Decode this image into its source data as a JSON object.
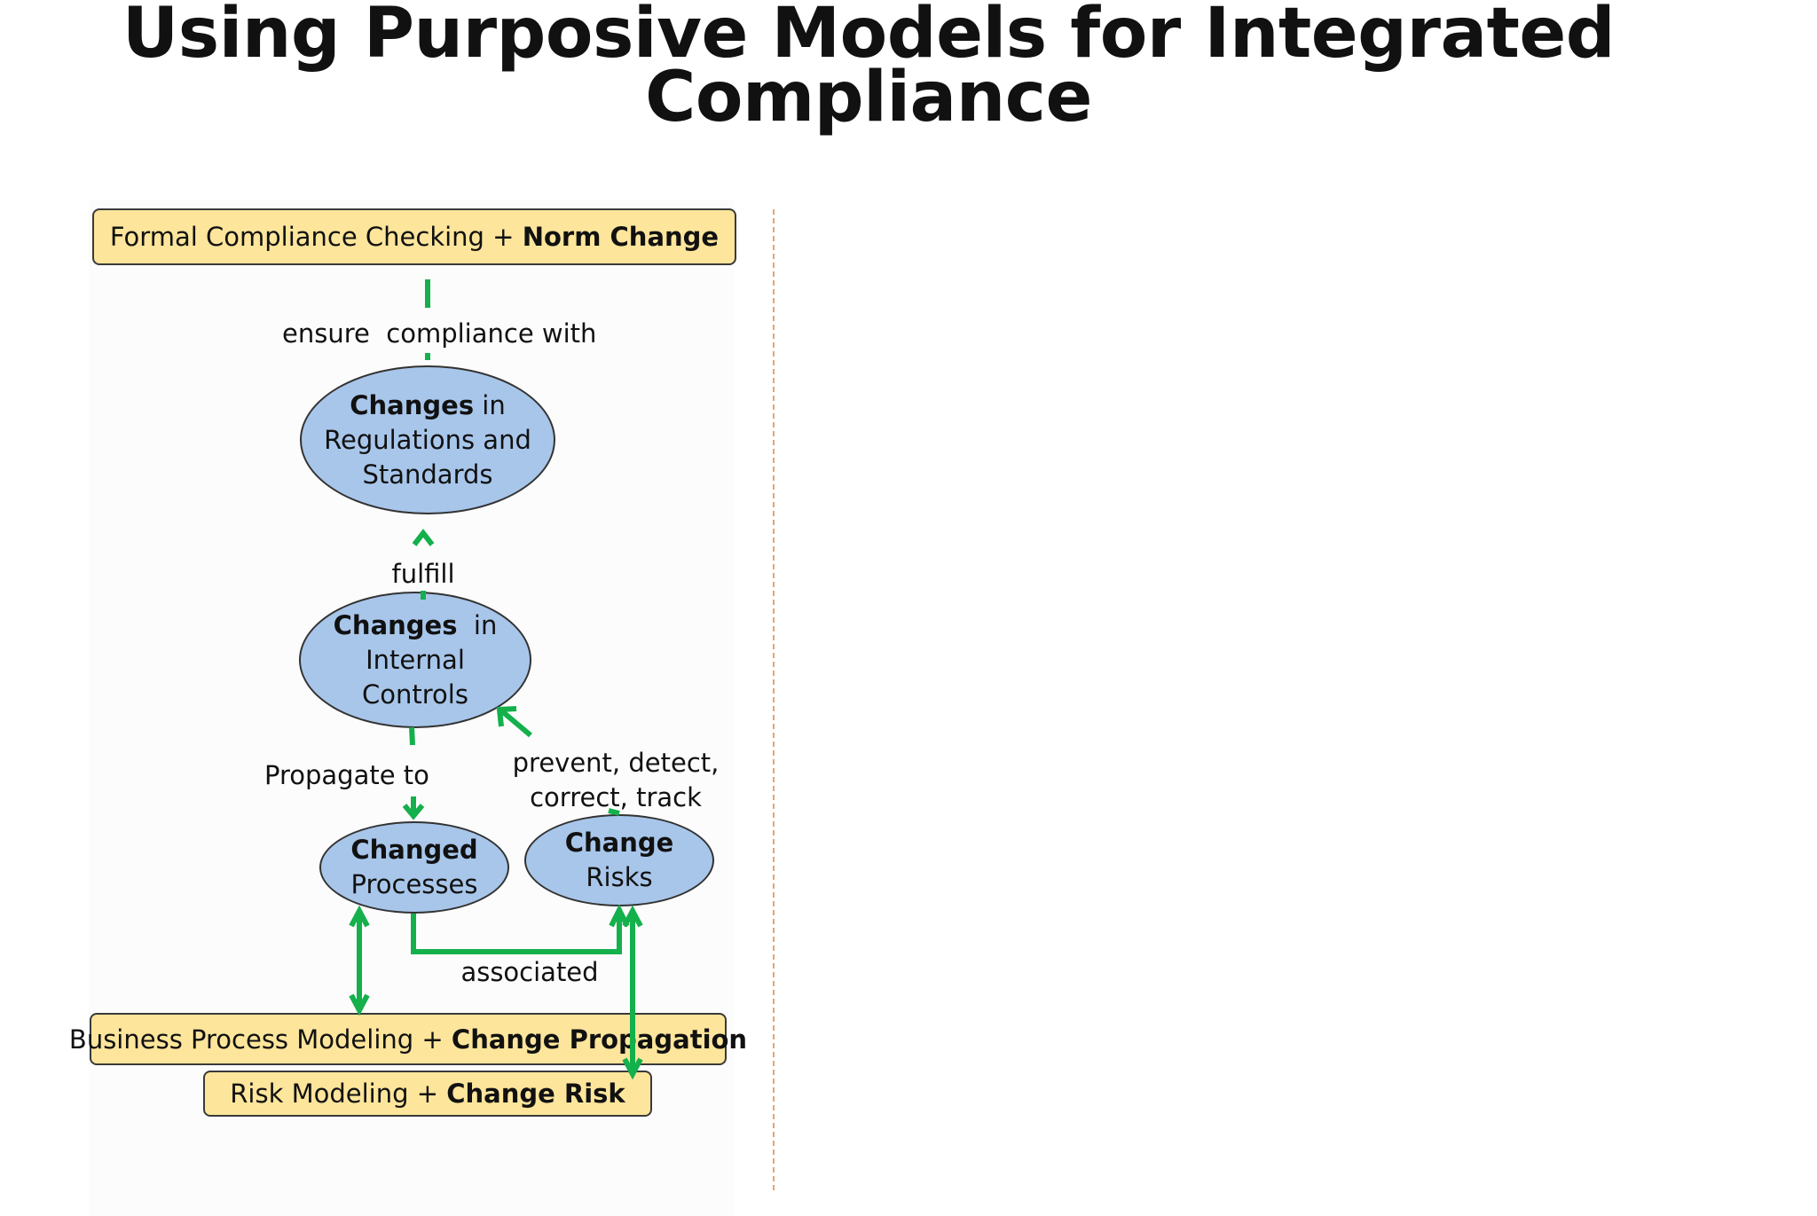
{
  "title": {
    "line1": "Using Purposive Models for Integrated",
    "line2": "Compliance"
  },
  "boxes": {
    "formal": {
      "plain": "Formal Compliance Checking + ",
      "bold": "Norm Change"
    },
    "bpm": {
      "plain": "Business Process Modeling + ",
      "bold": "Change Propagation"
    },
    "risk": {
      "plain": "Risk Modeling + ",
      "bold": "Change Risk"
    }
  },
  "nodes": {
    "regulations": {
      "bold": "Changes",
      "rest1": " in",
      "line2": "Regulations and",
      "line3": "Standards"
    },
    "controls": {
      "bold": "Changes",
      "rest1": "  in",
      "line2": "Internal",
      "line3": "Controls"
    },
    "processes": {
      "bold": "Changed",
      "line2": "Processes"
    },
    "risks": {
      "bold": "Change",
      "line2": "Risks"
    }
  },
  "edge_labels": {
    "ensure": "ensure  compliance with",
    "fulfill": "fulfill",
    "propagate": "Propagate to",
    "prevent_line1": "prevent, detect,",
    "prevent_line2": "correct, track",
    "associated": "associated"
  },
  "colors": {
    "arrow": "#14b04c",
    "box_fill": "#fde59b",
    "ellipse_fill": "#a8c6ea",
    "divider": "#e2a477"
  }
}
